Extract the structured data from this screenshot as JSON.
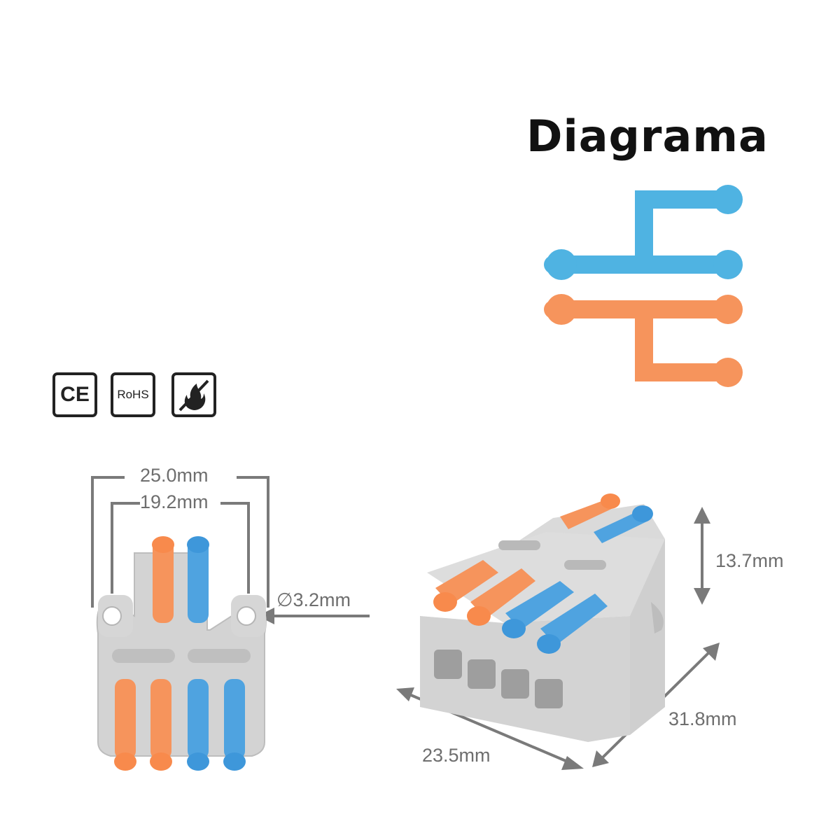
{
  "title": "Diagrama",
  "colors": {
    "orange": "#f6945c",
    "blue": "#4fb3e2",
    "gray_body": "#d3d3d3",
    "dim_line": "#7a7a7a"
  },
  "certifications": [
    {
      "label": "CE",
      "icon": "ce-mark-icon"
    },
    {
      "label": "RoHS",
      "icon": "rohs-icon"
    },
    {
      "label": "",
      "icon": "flame-retardant-icon"
    }
  ],
  "dimensions": {
    "outer_width": "25.0mm",
    "inner_width": "19.2mm",
    "hole_diameter": "∅3.2mm",
    "height": "13.7mm",
    "depth": "31.8mm",
    "width": "23.5mm"
  }
}
